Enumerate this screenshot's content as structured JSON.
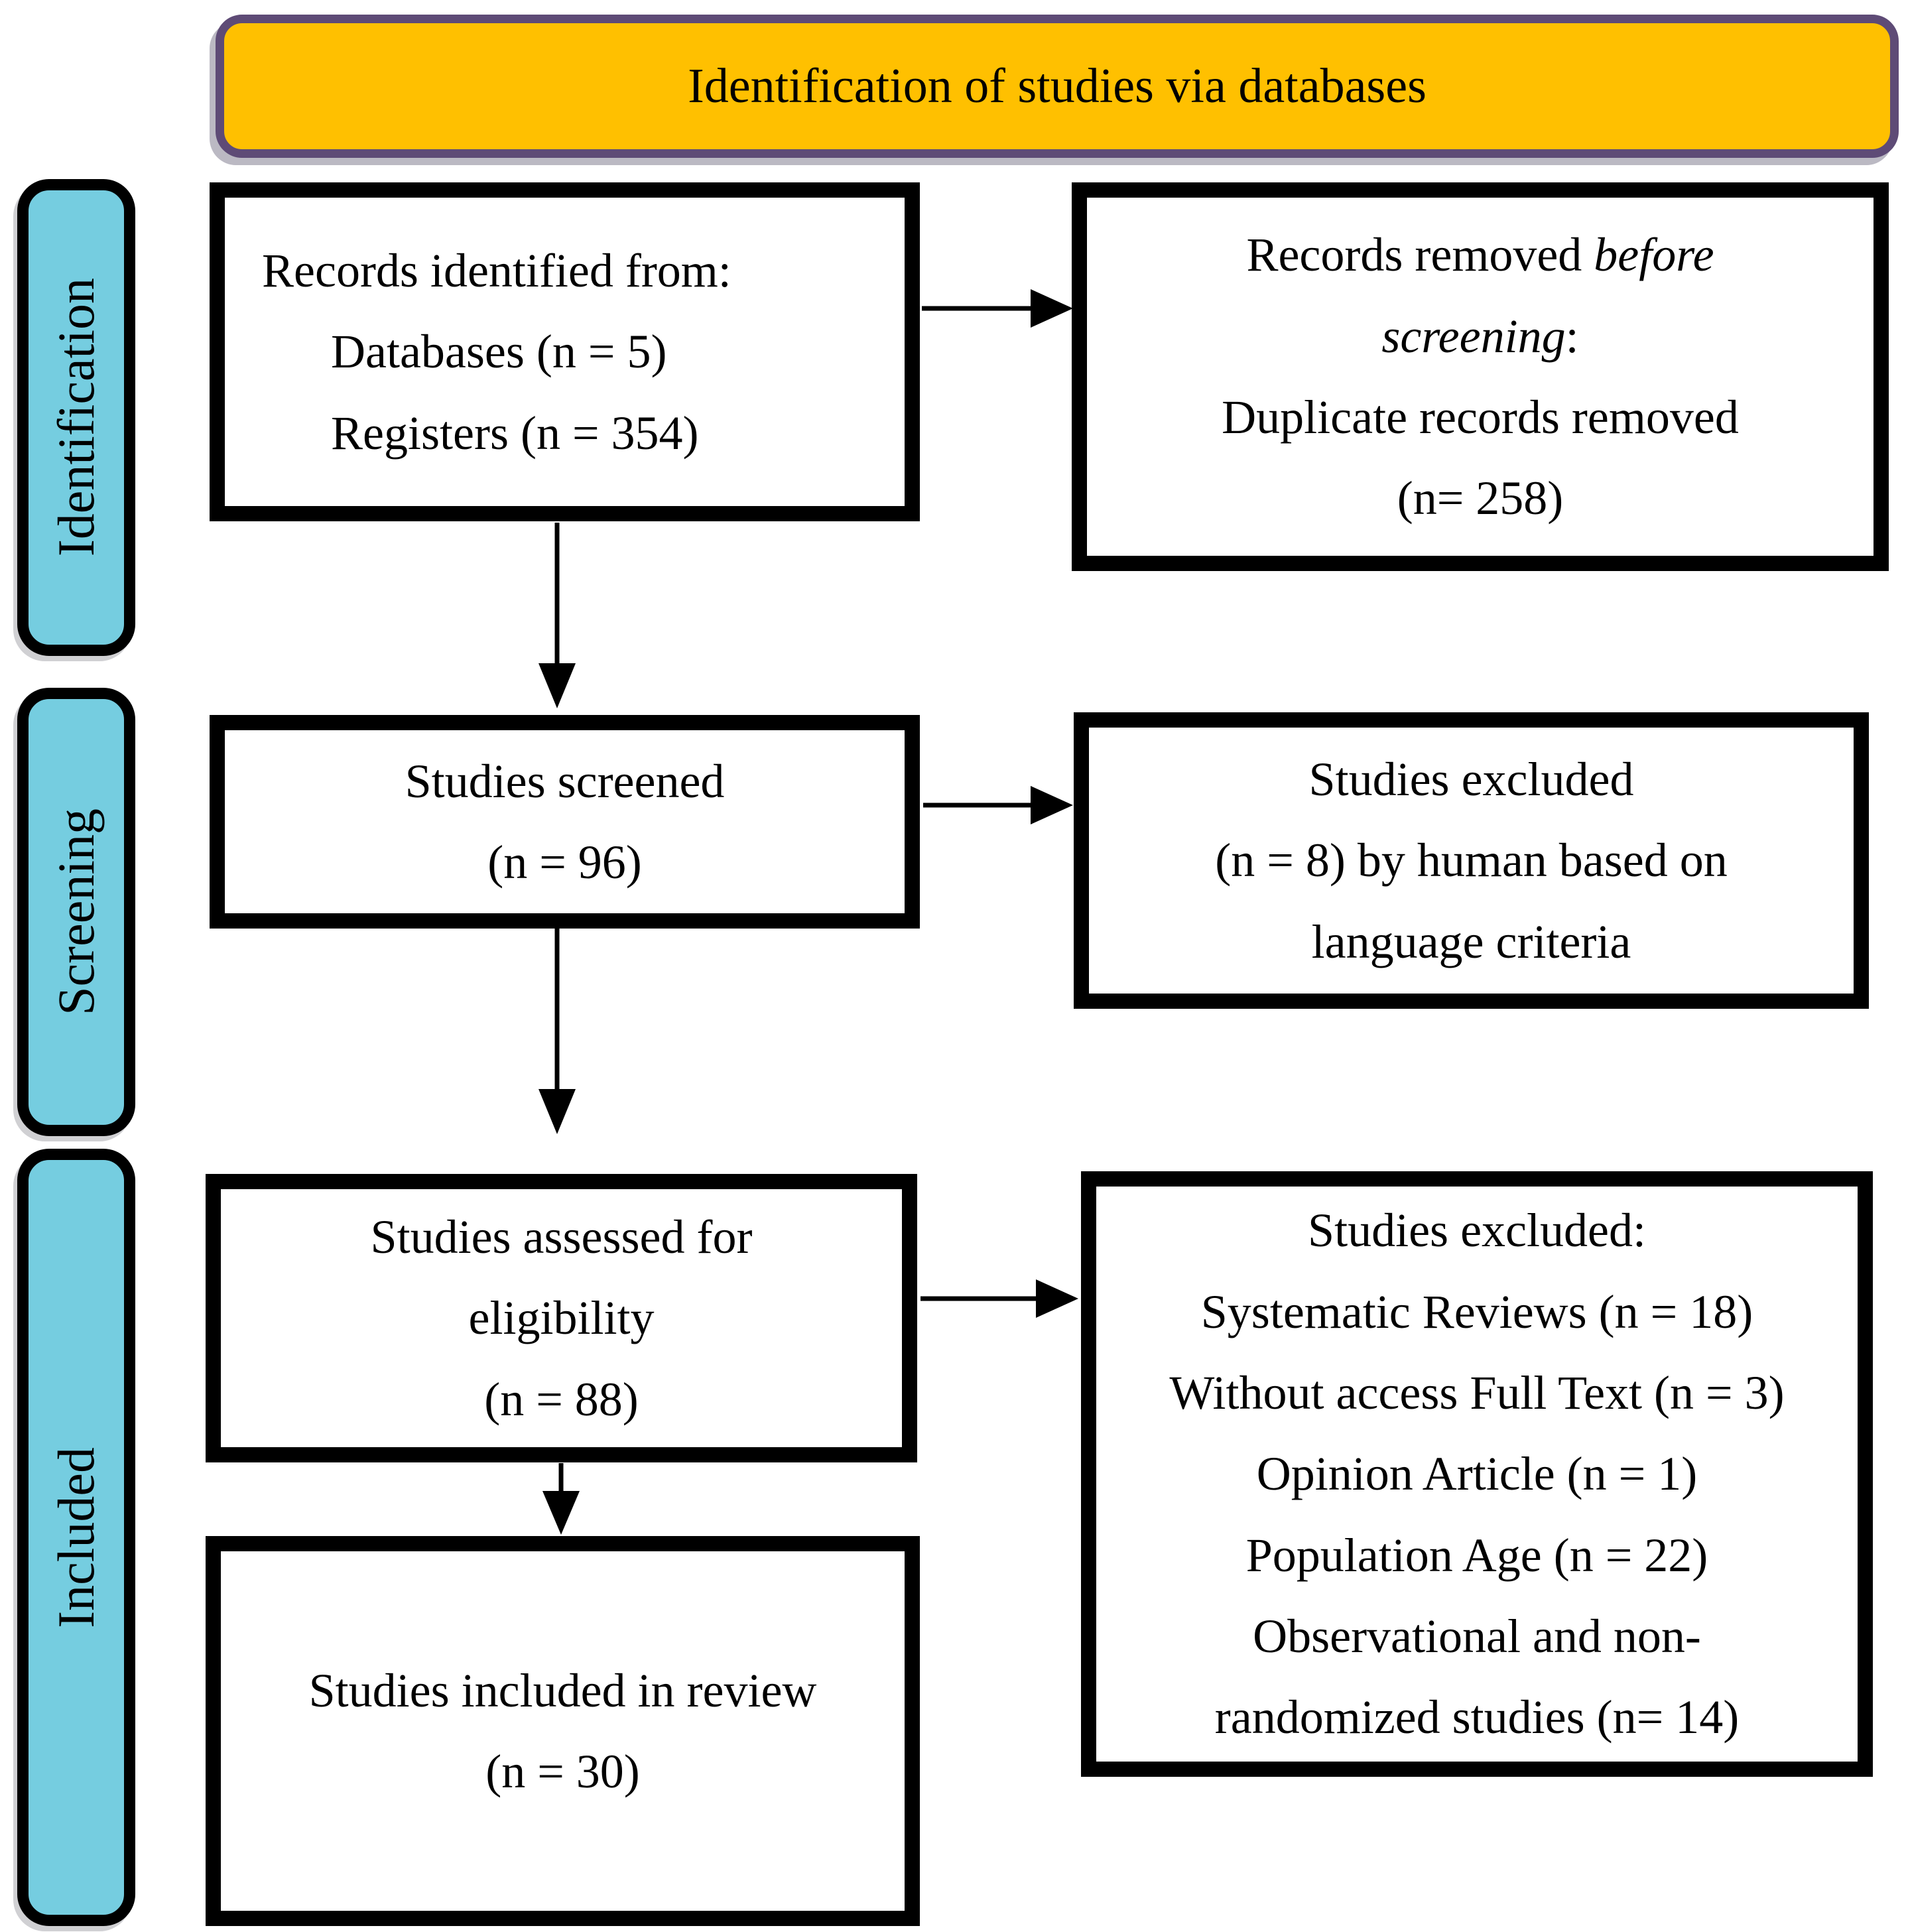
{
  "colors": {
    "banner_fill": "#FFC000",
    "banner_border": "#5E4B76",
    "label_fill": "#75CDE0",
    "box_border": "#000000",
    "text": "#000000",
    "page_bg": "#FFFFFF"
  },
  "banner": {
    "title": "Identification of studies via databases"
  },
  "side_labels": {
    "identification": "Identification",
    "screening": "Screening",
    "included": "Included"
  },
  "boxes": {
    "records_identified": {
      "line1": "Records identified from:",
      "line2": "Databases (n = 5)",
      "line3": "Registers (n = 354)"
    },
    "records_removed": {
      "line1_normal": "Records removed ",
      "line1_italic": "before",
      "line2_italic": "screening",
      "line2_normal": ":",
      "line3": "Duplicate records removed",
      "line4": "(n= 258)"
    },
    "studies_screened": {
      "line1": "Studies screened",
      "line2": "(n = 96)"
    },
    "studies_excluded_screening": {
      "line1": "Studies excluded",
      "line2": "(n = 8) by human based on",
      "line3": "language criteria"
    },
    "studies_assessed": {
      "line1": "Studies assessed for",
      "line2": "eligibility",
      "line3": "(n = 88)"
    },
    "studies_excluded_eligibility": {
      "line1": "Studies excluded:",
      "line2": "Systematic Reviews (n = 18)",
      "line3": "Without access Full Text (n = 3)",
      "line4": "Opinion Article (n = 1)",
      "line5": "Population Age (n = 22)",
      "line6": "Observational and non-",
      "line7": "randomized studies (n= 14)"
    },
    "studies_included": {
      "line1": "Studies included in review",
      "line2": "(n = 30)"
    }
  }
}
